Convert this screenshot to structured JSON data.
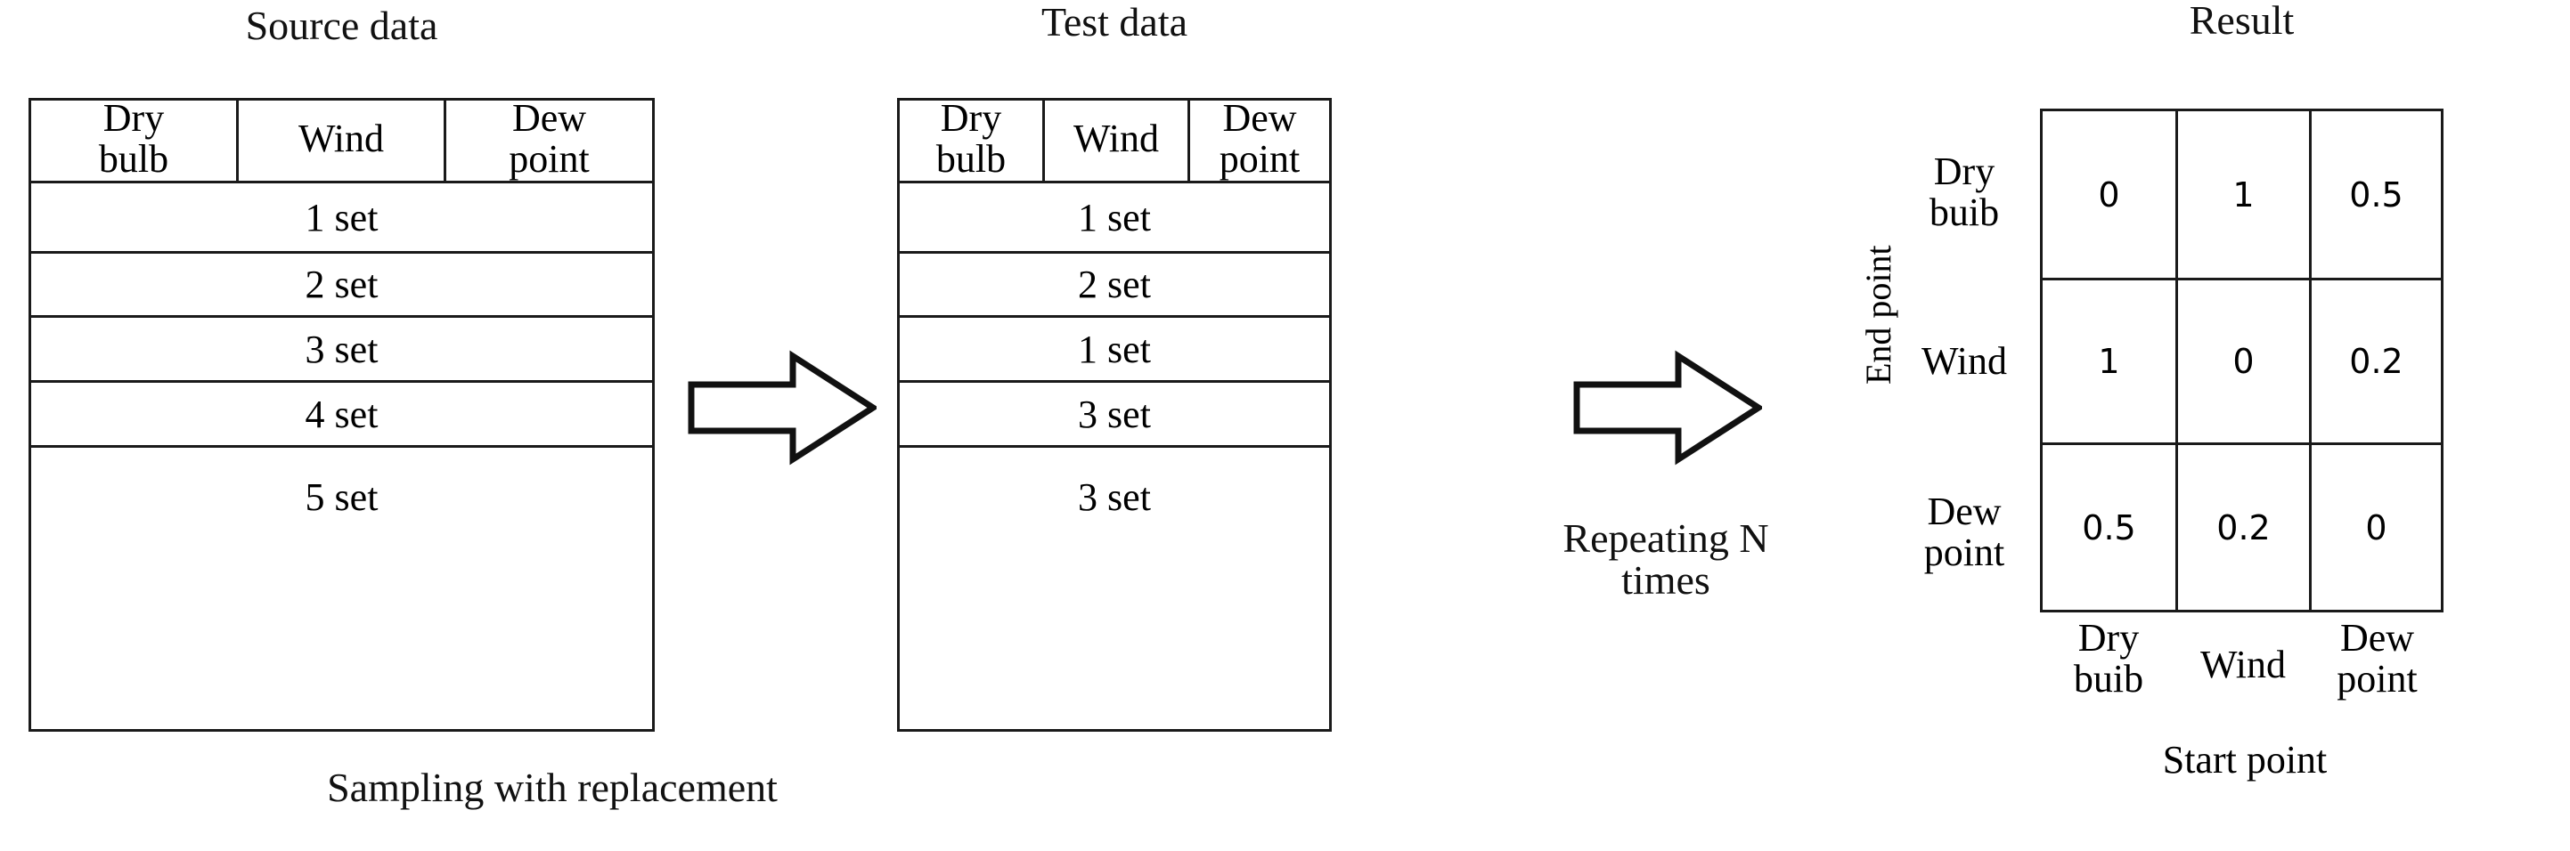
{
  "figure": {
    "background": "#ffffff",
    "ink": "#1a1a1a"
  },
  "source_table": {
    "title": "Source data",
    "headers": [
      "Dry\nbulb",
      "Wind",
      "Dew\npoint"
    ],
    "header_col1_line1": "Dry",
    "header_col1_line2": "bulb",
    "header_col2": "Wind",
    "header_col3_line1": "Dew",
    "header_col3_line2": "point",
    "rows": [
      "1 set",
      "2 set",
      "3 set",
      "4 set",
      "5 set"
    ]
  },
  "test_table": {
    "title": "Test data",
    "header_col1_line1": "Dry",
    "header_col1_line2": "bulb",
    "header_col2": "Wind",
    "header_col3_line1": "Dew",
    "header_col3_line2": "point",
    "rows": [
      "1 set",
      "2 set",
      "1 set",
      "3 set",
      "3 set"
    ]
  },
  "arrows": {
    "first": "right-block-arrow",
    "second": "right-block-arrow"
  },
  "captions": {
    "sampling": "Sampling with replacement",
    "repeating_line1": "Repeating N",
    "repeating_line2": "times"
  },
  "result": {
    "title": "Result",
    "y_axis_label": "End point",
    "x_axis_label": "Start point",
    "row_labels": [
      {
        "line1": "Dry",
        "line2": "buib"
      },
      {
        "line1": "Wind",
        "line2": ""
      },
      {
        "line1": "Dew",
        "line2": "point"
      }
    ],
    "col_labels": [
      {
        "line1": "Dry",
        "line2": "buib"
      },
      {
        "line1": "Wind",
        "line2": ""
      },
      {
        "line1": "Dew",
        "line2": "point"
      }
    ],
    "matrix": [
      [
        "0",
        "1",
        "0.5"
      ],
      [
        "1",
        "0",
        "0.2"
      ],
      [
        "0.5",
        "0.2",
        "0"
      ]
    ]
  },
  "chart_data": {
    "type": "table",
    "title": "Bootstrap sampling with replacement producing a transfer-entropy/causality result matrix",
    "panels": [
      {
        "name": "Source data",
        "columns": [
          "Dry bulb",
          "Wind",
          "Dew point"
        ],
        "rows": [
          "1 set",
          "2 set",
          "3 set",
          "4 set",
          "5 set"
        ]
      },
      {
        "name": "Test data",
        "columns": [
          "Dry bulb",
          "Wind",
          "Dew point"
        ],
        "rows": [
          "1 set",
          "2 set",
          "1 set",
          "3 set",
          "3 set"
        ]
      },
      {
        "name": "Result",
        "xlabel": "Start point",
        "ylabel": "End point",
        "columns": [
          "Dry buib",
          "Wind",
          "Dew point"
        ],
        "index": [
          "Dry buib",
          "Wind",
          "Dew point"
        ],
        "values": [
          [
            0,
            1,
            0.5
          ],
          [
            1,
            0,
            0.2
          ],
          [
            0.5,
            0.2,
            0
          ]
        ]
      }
    ],
    "annotations": [
      "Sampling with replacement",
      "Repeating N times"
    ]
  }
}
